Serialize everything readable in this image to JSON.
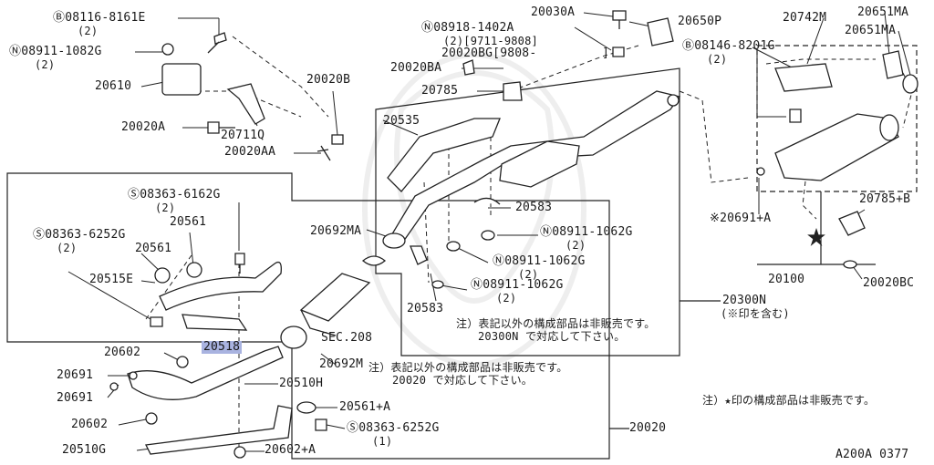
{
  "diagram_code": "A200A 0377",
  "labels": {
    "p08116": "Ⓑ08116-8161E",
    "p08116_qty": "(2)",
    "p08911a": "Ⓝ08911-1082G",
    "p08911a_qty": "(2)",
    "p20610": "20610",
    "p20711q": "20711Q",
    "p20020a": "20020A",
    "p20020b": "20020B",
    "p20020aa": "20020AA",
    "p08363a": "Ⓢ08363-6162G",
    "p08363a_qty": "(2)",
    "p08363b": "Ⓢ08363-6252G",
    "p08363b_qty": "(2)",
    "p20561a": "20561",
    "p20561b": "20561",
    "p20515e": "20515E",
    "p20518": "20518",
    "p20602a": "20602",
    "p20691a": "20691",
    "p20691b": "20691",
    "p20602b": "20602",
    "p20510g": "20510G",
    "p20602c": "20602+A",
    "p20510h": "20510H",
    "p20561c": "20561+A",
    "p08363c": "Ⓢ08363-6252G",
    "p08363c_qty": "(1)",
    "p20020": "20020",
    "p20692m": "20692M",
    "p20692ma": "20692MA",
    "sec208": "SEC.208",
    "p20535": "20535",
    "p20583a": "20583",
    "p20583b": "20583",
    "p08911b": "Ⓝ08911-1062G",
    "p08911b_qty": "(2)",
    "p08911c": "Ⓝ08911-1062G",
    "p08911c_qty": "(2)",
    "p08911d": "Ⓝ08911-1062G",
    "p08911d_qty": "(2)",
    "p20030a": "20030A",
    "p08918": "Ⓝ08918-1402A",
    "p08918_qty": "(2)[9711-9808]",
    "p20020bg": "20020BG[9808-",
    "p20020bg_end": "]",
    "p20020ba": "20020BA",
    "p20785": "20785",
    "p20650p": "20650P",
    "p20742m": "20742M",
    "p20651ma_a": "20651MA",
    "p20651ma_b": "20651MA",
    "p08146": "Ⓑ08146-8201G",
    "p08146_qty": "(2)",
    "p20691a_star": "※20691+A",
    "p20785b": "20785+B",
    "p20100": "20100",
    "p20020bc": "20020BC",
    "p20300n": "20300N",
    "p20300n_note": "(※印を含む)"
  },
  "notes": {
    "note_20300n_1": "注）表記以外の構成部品は非販売です。",
    "note_20300n_2": "20300N で対応して下さい。",
    "note_20020_1": "注）表記以外の構成部品は非販売です。",
    "note_20020_2": "20020 で対応して下さい。",
    "note_star": "注）★印の構成部品は非販売です。"
  },
  "highlight_color": "#a9b3e0",
  "selected_part": "20518"
}
